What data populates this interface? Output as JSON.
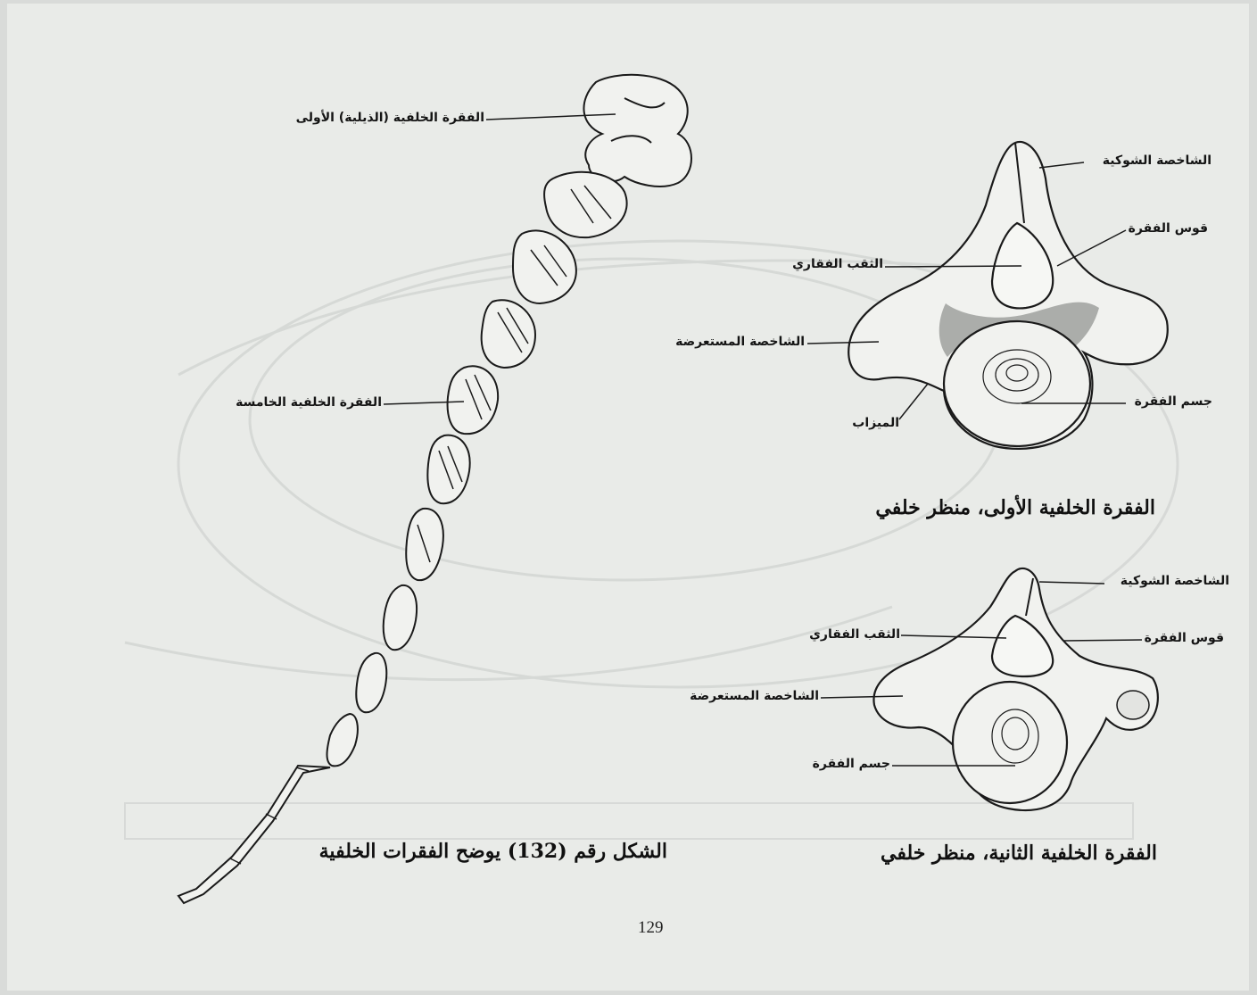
{
  "figure": {
    "main_caption": "الشكل رقم (132) يوضح الفقرات الخلفية",
    "page_number": "129"
  },
  "tail_diagram": {
    "label_first": "الفقرة الخلفية (الذيلية) الأولى",
    "label_fifth": "الفقرة الخلفية الخامسة"
  },
  "first_vertebra": {
    "caption": "الفقرة الخلفية الأولى، منظر خلفي",
    "spinous_process": "الشاخصة الشوكية",
    "vertebral_arch": "قوس الفقرة",
    "vertebral_foramen": "الثقب الفقاري",
    "transverse_process": "الشاخصة المستعرضة",
    "vertebral_body": "جسم الفقرة",
    "gutter": "الميزاب"
  },
  "second_vertebra": {
    "caption": "الفقرة الخلفية الثانية، منظر خلفي",
    "spinous_process": "الشاخصة الشوكية",
    "vertebral_arch": "قوس الفقرة",
    "vertebral_foramen": "الثقب الفقاري",
    "transverse_process": "الشاخصة المستعرضة",
    "vertebral_body": "جسم الفقرة"
  },
  "colors": {
    "paper": "#e9ebe8",
    "ink": "#1a1a1a",
    "background": "#d9dbd9"
  }
}
